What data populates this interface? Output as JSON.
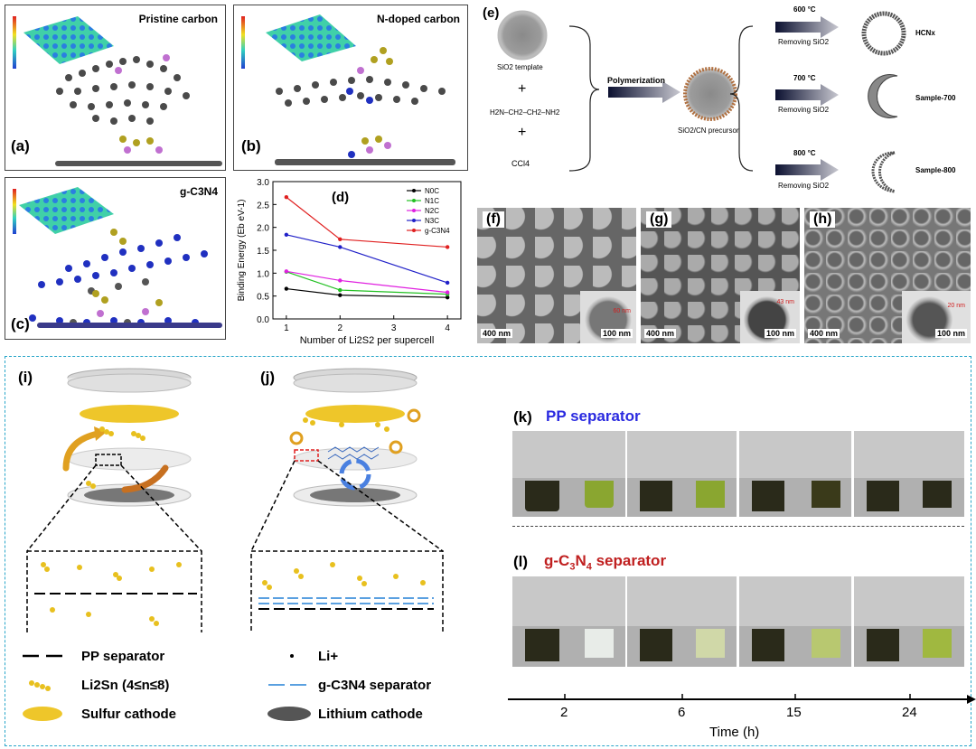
{
  "panels": {
    "a": {
      "label": "(a)",
      "title": "Pristine carbon"
    },
    "b": {
      "label": "(b)",
      "title": "N-doped carbon"
    },
    "c": {
      "label": "(c)",
      "title": "g-C3N4"
    },
    "d": {
      "label": "(d)"
    },
    "e": {
      "label": "(e)"
    },
    "f": {
      "label": "(f)",
      "scale_main": "400 nm",
      "scale_inset": "100 nm",
      "inset_size": "60 nm"
    },
    "g": {
      "label": "(g)",
      "scale_main": "400 nm",
      "scale_inset": "100 nm",
      "inset_size": "43 nm"
    },
    "h": {
      "label": "(h)",
      "scale_main": "400 nm",
      "scale_inset": "100 nm",
      "inset_size": "20 nm"
    },
    "i": {
      "label": "(i)"
    },
    "j": {
      "label": "(j)"
    },
    "k": {
      "label": "(k)",
      "title": "PP separator"
    },
    "l": {
      "label": "(l)",
      "title": "g-C3N4 separator"
    }
  },
  "scheme_e": {
    "template": "SiO2 template",
    "plus": "+",
    "amine": "H2N–CH2–CH2–NH2",
    "ccl4": "CCl4",
    "polymerization": "Polymerization",
    "precursor": "SiO2/CN precursor",
    "routes": [
      {
        "temp": "600 °C",
        "removing": "Removing SiO2",
        "product": "HCNx"
      },
      {
        "temp": "700 °C",
        "removing": "Removing SiO2",
        "product": "Sample-700"
      },
      {
        "temp": "800 °C",
        "removing": "Removing SiO2",
        "product": "Sample-800"
      }
    ]
  },
  "legend_ij": {
    "pp": "PP separator",
    "li2sn": "Li2Sn (4≤n≤8)",
    "sulfur": "Sulfur cathode",
    "li": "Li+",
    "gcn": "g-C3N4 separator",
    "lithium": "Lithium cathode"
  },
  "timeline": {
    "ticks": [
      "2",
      "6",
      "15",
      "24"
    ],
    "xlabel": "Time (h)"
  },
  "colors": {
    "sulfur": "#e8c01e",
    "gcn_line": "#5aa0e0",
    "dash": "#29a6c9"
  },
  "chart_data": {
    "type": "line",
    "title": "",
    "xlabel": "Number of Li2S2 per supercell",
    "ylabel": "Binding Energy (Eb eV-1)",
    "x": [
      1,
      2,
      4
    ],
    "xticks": [
      "1",
      "2",
      "3",
      "4"
    ],
    "yticks": [
      "0.0",
      "0.5",
      "1.0",
      "1.5",
      "2.0",
      "2.5",
      "3.0"
    ],
    "xlim": [
      0.75,
      4.25
    ],
    "ylim": [
      0,
      3.0
    ],
    "legend_position": "top-right",
    "series": [
      {
        "name": "N0C",
        "color": "#000000",
        "values": [
          0.66,
          0.52,
          0.47
        ]
      },
      {
        "name": "N1C",
        "color": "#22c022",
        "values": [
          1.03,
          0.63,
          0.54
        ]
      },
      {
        "name": "N2C",
        "color": "#e020e0",
        "values": [
          1.04,
          0.84,
          0.58
        ]
      },
      {
        "name": "N3C",
        "color": "#2020c8",
        "values": [
          1.84,
          1.57,
          0.79
        ]
      },
      {
        "name": "g-C3N4",
        "color": "#e02020",
        "values": [
          2.66,
          1.74,
          1.57
        ]
      }
    ]
  }
}
